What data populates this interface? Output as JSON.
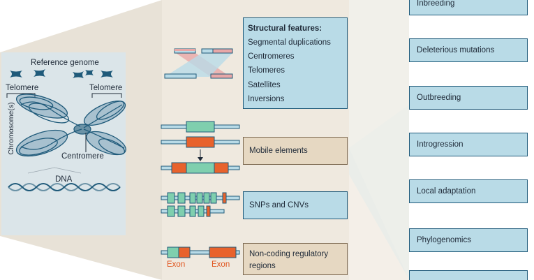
{
  "left_panel": {
    "title": "Reference genome",
    "telomere_left": "Telomere",
    "telomere_right": "Telomere",
    "chromosome_axis": "Chromosome(s)",
    "centromere": "Centromere",
    "dna": "DNA"
  },
  "features": {
    "structural_title": "Structural features:",
    "structural_items": [
      "Segmental duplications",
      "Centromeres",
      "Telomeres",
      "Satellites",
      "Inversions"
    ],
    "mobile": "Mobile elements",
    "snps": "SNPs and CNVs",
    "noncoding_line1": "Non-coding regulatory",
    "noncoding_line2": "regions",
    "exon_left": "Exon",
    "exon_right": "Exon"
  },
  "outcomes": [
    "Inbreeding",
    "Deleterious mutations",
    "Outbreeding",
    "Introgression",
    "Local adaptation",
    "Phylogenomics",
    ""
  ],
  "colors": {
    "panel_bg": "#f1ece3",
    "blue_box": "#b9dbe7",
    "tan_box": "#e6d8c2",
    "green_block": "#7fcfae",
    "orange_block": "#e8622c",
    "chromosome": "#1f5a7a"
  }
}
